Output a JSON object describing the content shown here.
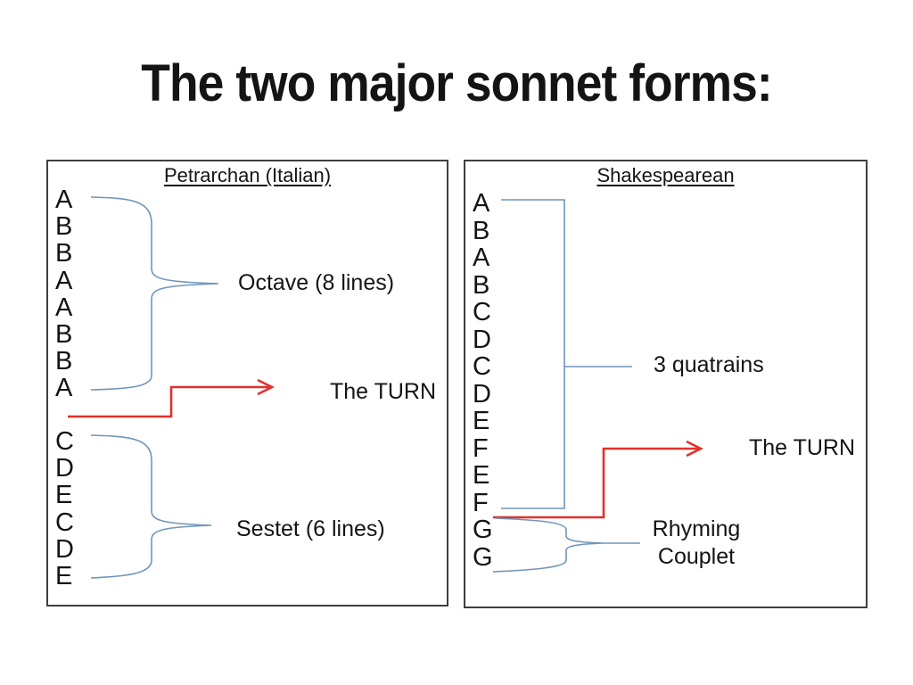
{
  "title": "The two major sonnet forms:",
  "colors": {
    "brace_blue": "#6f96ba",
    "arrow_red": "#e0312a",
    "panel_border": "#3f3f3f",
    "text": "#141414"
  },
  "panels": {
    "left": {
      "header": "Petrarchan (Italian)",
      "octave_letters": [
        "A",
        "B",
        "B",
        "A",
        "A",
        "B",
        "B",
        "A"
      ],
      "sestet_letters": [
        "C",
        "D",
        "E",
        "C",
        "D",
        "E"
      ],
      "octave_label": "Octave (8 lines)",
      "turn_label": "The TURN",
      "sestet_label": "Sestet (6 lines)"
    },
    "right": {
      "header": "Shakespearean",
      "letters": [
        "A",
        "B",
        "A",
        "B",
        "C",
        "D",
        "C",
        "D",
        "E",
        "F",
        "E",
        "F",
        "G",
        "G"
      ],
      "quatrains_label": "3 quatrains",
      "turn_label": "The TURN",
      "couplet_label_line1": "Rhyming",
      "couplet_label_line2": "Couplet"
    }
  }
}
